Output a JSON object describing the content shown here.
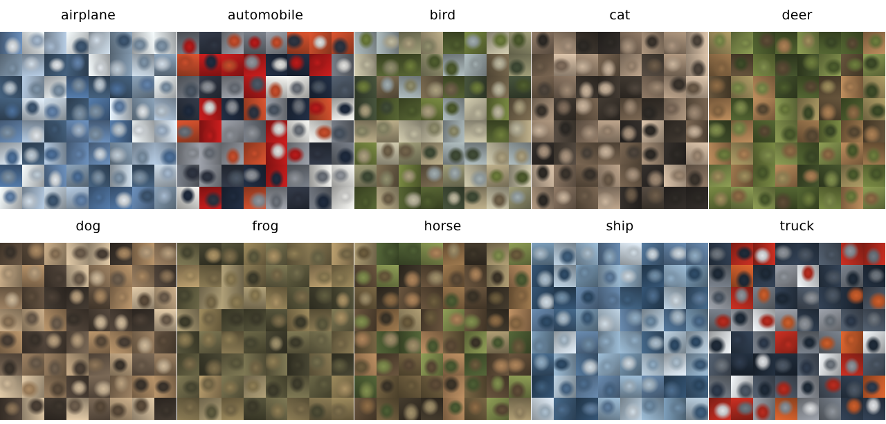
{
  "figure": {
    "panels": [
      {
        "label": "airplane",
        "palette": [
          "#5f7fa6",
          "#9fb2c7",
          "#c8d3de",
          "#3d5670",
          "#d8dde2",
          "#7a8fa3",
          "#4a6d96",
          "#b7c4cf"
        ]
      },
      {
        "label": "automobile",
        "palette": [
          "#2d3340",
          "#8b8f96",
          "#b21a1a",
          "#d9d9d6",
          "#4a5563",
          "#1e2a3d",
          "#c04a2a",
          "#6a6f78"
        ]
      },
      {
        "label": "bird",
        "palette": [
          "#6b7a3a",
          "#8c8a6a",
          "#4d5a2e",
          "#a69a7a",
          "#3f4a35",
          "#9aa6a8",
          "#6f6149",
          "#b8b39a"
        ]
      },
      {
        "label": "cat",
        "palette": [
          "#6b5a48",
          "#9a8570",
          "#3a332c",
          "#c2ad96",
          "#7e6b5a",
          "#4d443b",
          "#a6907b",
          "#2e2a26"
        ]
      },
      {
        "label": "deer",
        "palette": [
          "#6b7a3c",
          "#8b6a45",
          "#4a5a2c",
          "#9a8a5a",
          "#5a4a34",
          "#7c8a4a",
          "#a67c52",
          "#3d4a28"
        ]
      },
      {
        "label": "dog",
        "palette": [
          "#8a7257",
          "#5a4a3a",
          "#b39a7a",
          "#3c342c",
          "#a4845f",
          "#6c5c4c",
          "#c7b294",
          "#4a3f35"
        ]
      },
      {
        "label": "frog",
        "palette": [
          "#6f6a4a",
          "#8a7a52",
          "#4c4a34",
          "#a68e62",
          "#5d5a3e",
          "#7a6c4a",
          "#3f3d2c",
          "#9c8e6a"
        ]
      },
      {
        "label": "horse",
        "palette": [
          "#6a5a3c",
          "#8a6a45",
          "#4a5a32",
          "#a88058",
          "#5c4a36",
          "#7d8a4c",
          "#3c3428",
          "#9a8a66"
        ]
      },
      {
        "label": "ship",
        "palette": [
          "#5c7a9a",
          "#3d5c7a",
          "#8aa6bd",
          "#c7d2db",
          "#2e4a66",
          "#6d8aa3",
          "#a6b8c7",
          "#4a6a8a"
        ]
      },
      {
        "label": "truck",
        "palette": [
          "#4a5563",
          "#8a8f96",
          "#b22a1e",
          "#d6d9dc",
          "#2d3a4c",
          "#6c737c",
          "#c45a2a",
          "#1e2a38"
        ]
      }
    ]
  }
}
